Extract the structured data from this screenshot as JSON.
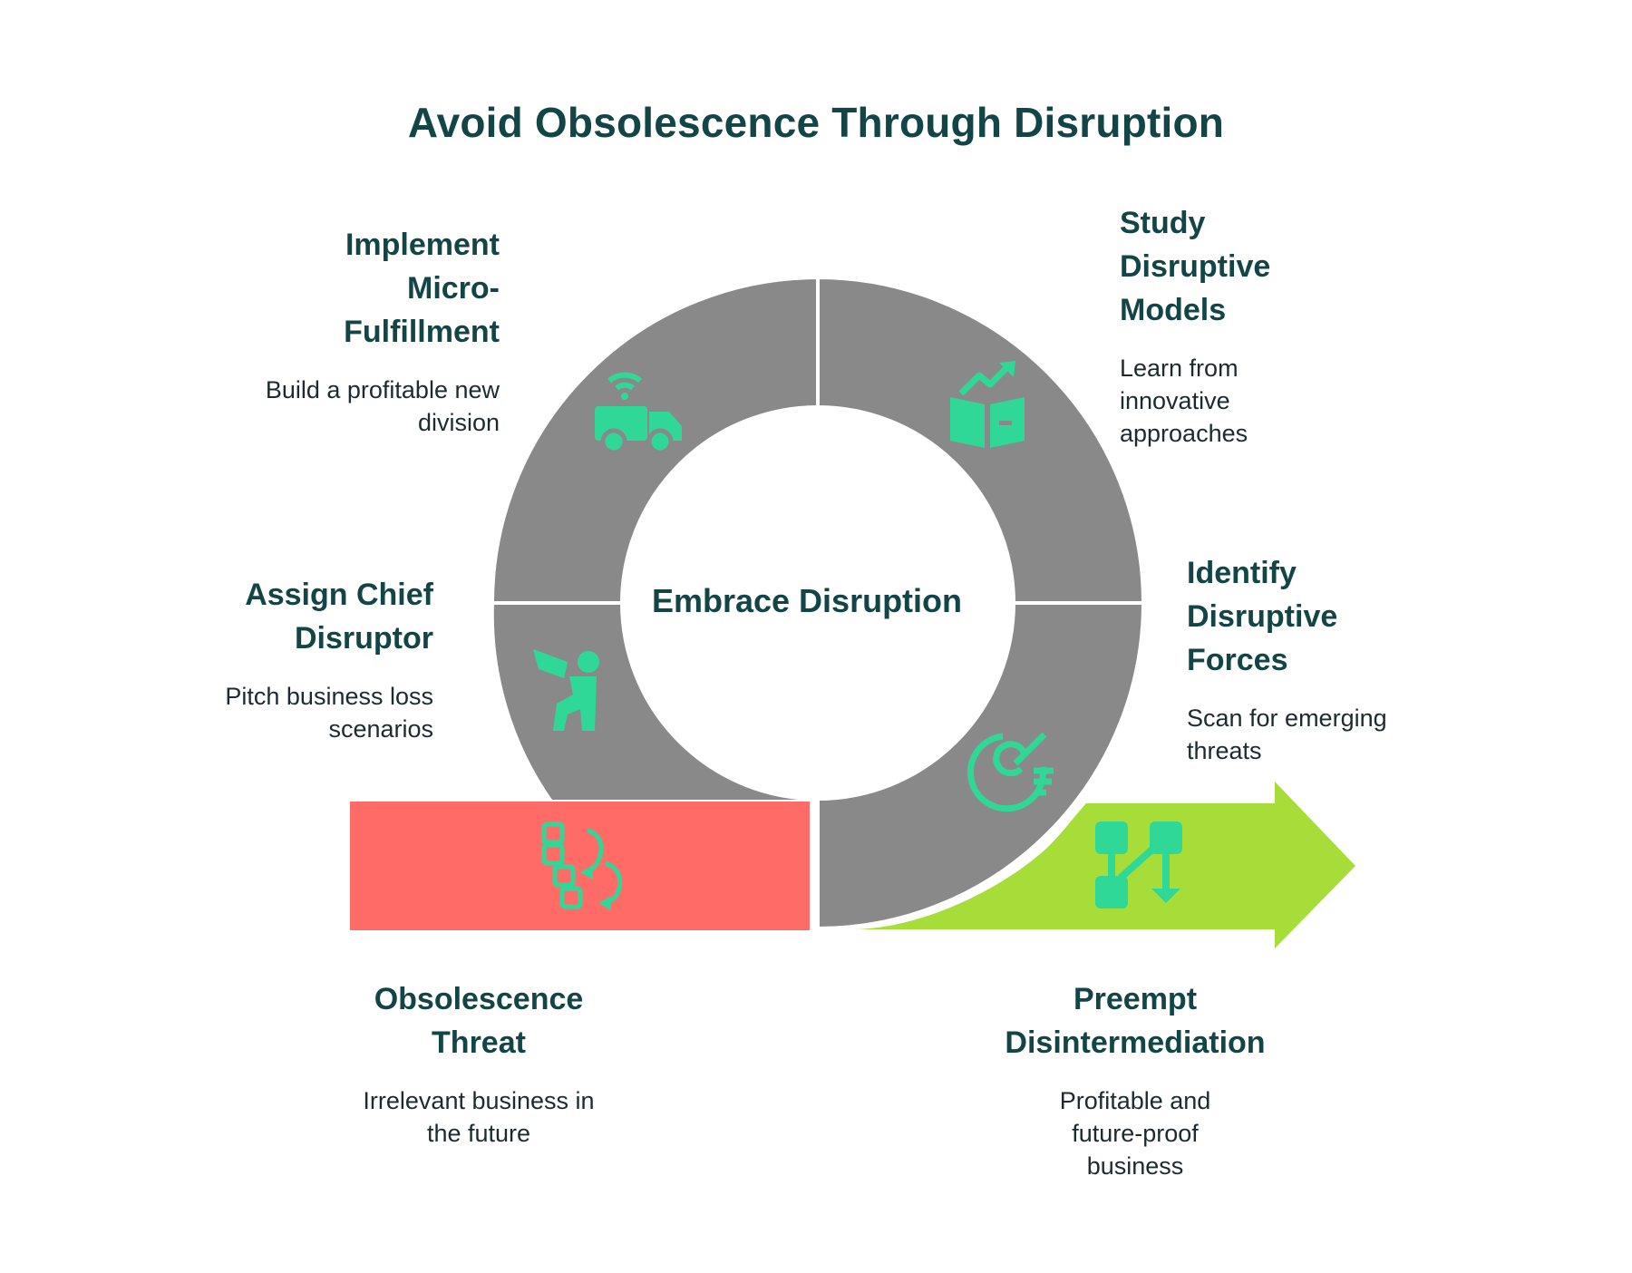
{
  "title": "Avoid Obsolescence Through Disruption",
  "center_label": "Embrace Disruption",
  "colors": {
    "heading": "#134547",
    "ring_gray": "#898989",
    "icon_green": "#2fd897",
    "threat_red": "#ff6b66",
    "arrow_green": "#a7dd38"
  },
  "steps": [
    {
      "id": "micro_fulfillment",
      "title": "Implement Micro-Fulfillment",
      "title_lines": [
        "Implement",
        "Micro-",
        "Fulfillment"
      ],
      "description_lines": [
        "Build a profitable new",
        "division"
      ],
      "icon": "delivery-truck-icon"
    },
    {
      "id": "study_models",
      "title": "Study Disruptive Models",
      "title_lines": [
        "Study",
        "Disruptive",
        "Models"
      ],
      "description_lines": [
        "Learn from",
        "innovative",
        "approaches"
      ],
      "icon": "growth-book-icon"
    },
    {
      "id": "chief_disruptor",
      "title": "Assign Chief Disruptor",
      "title_lines": [
        "Assign Chief",
        "Disruptor"
      ],
      "description_lines": [
        "Pitch business loss",
        "scenarios"
      ],
      "icon": "megaphone-person-icon"
    },
    {
      "id": "identify_forces",
      "title": "Identify Disruptive Forces",
      "title_lines": [
        "Identify",
        "Disruptive",
        "Forces"
      ],
      "description_lines": [
        "Scan for emerging",
        "threats"
      ],
      "icon": "radar-scan-icon"
    },
    {
      "id": "obsolescence_threat",
      "title": "Obsolescence Threat",
      "title_lines": [
        "Obsolescence",
        "Threat"
      ],
      "description_lines": [
        "Irrelevant business in",
        "the future"
      ],
      "icon": "workflow-loop-icon"
    },
    {
      "id": "preempt",
      "title": "Preempt Disintermediation",
      "title_lines": [
        "Preempt",
        "Disintermediation"
      ],
      "description_lines": [
        "Profitable and",
        "future-proof",
        "business"
      ],
      "icon": "flow-nodes-icon"
    }
  ]
}
